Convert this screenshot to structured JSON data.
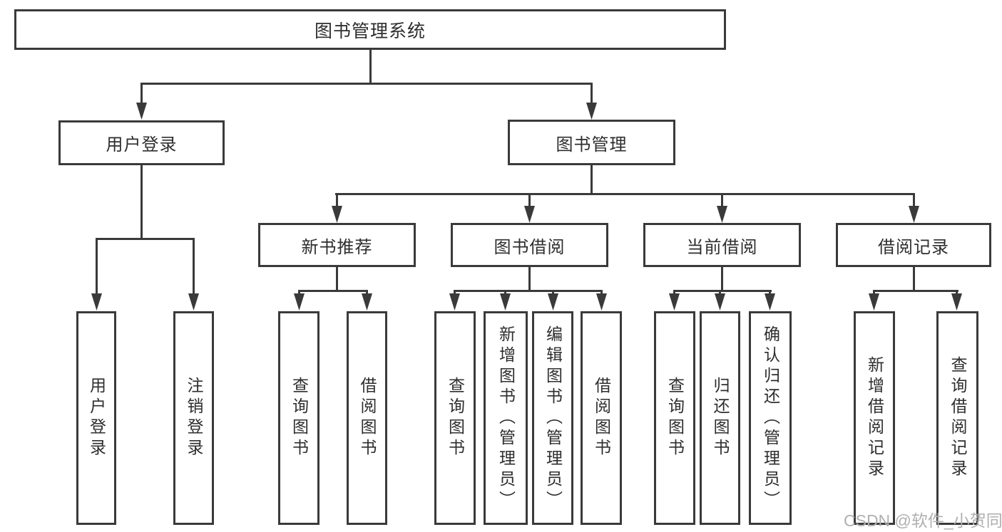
{
  "tree": {
    "label": "图书管理系统",
    "children": [
      {
        "label": "用户登录",
        "children": [
          {
            "label": "用户登录"
          },
          {
            "label": "注销登录"
          }
        ]
      },
      {
        "label": "图书管理",
        "children": [
          {
            "label": "新书推荐",
            "children": [
              {
                "label": "查询图书"
              },
              {
                "label": "借阅图书"
              }
            ]
          },
          {
            "label": "图书借阅",
            "children": [
              {
                "label": "查询图书"
              },
              {
                "label": "新增图书（管理员）"
              },
              {
                "label": "编辑图书（管理员）"
              },
              {
                "label": "借阅图书"
              }
            ]
          },
          {
            "label": "当前借阅",
            "children": [
              {
                "label": "查询图书"
              },
              {
                "label": "归还图书"
              },
              {
                "label": "确认归还（管理员）"
              }
            ]
          },
          {
            "label": "借阅记录",
            "children": [
              {
                "label": "新增借阅记录"
              },
              {
                "label": "查询借阅记录"
              }
            ]
          }
        ]
      }
    ]
  },
  "watermark": "CSDN @软件_小贺同学",
  "colors": {
    "line": "#3a3a3a",
    "text": "#2e2e2e",
    "watermark": "#b0b0b0",
    "background": "#ffffff"
  }
}
